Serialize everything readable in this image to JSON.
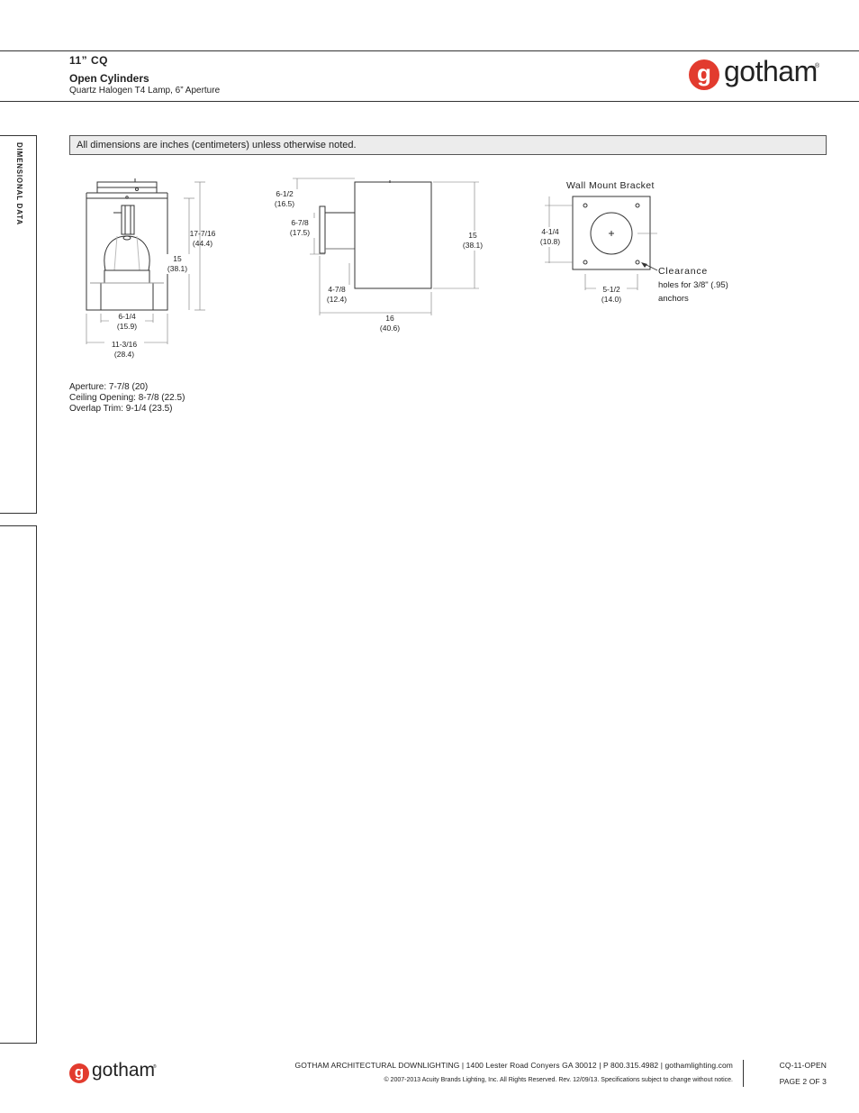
{
  "header": {
    "product": "11” CQ",
    "family": "Open Cylinders",
    "description": "Quartz Halogen T4 Lamp, 6” Aperture",
    "brand": "gotham",
    "brand_letter": "g",
    "registered": "®"
  },
  "sidebar": {
    "section_label": "DIMENSIONAL DATA"
  },
  "note": "All dimensions are inches (centimeters) unless otherwise noted.",
  "front_view": {
    "height_total": "17-7/16",
    "height_total_cm": "(44.4)",
    "height_body": "15",
    "height_body_cm": "(38.1)",
    "aperture_width": "6-1/4",
    "aperture_width_cm": "(15.9)",
    "overall_width": "11-3/16",
    "overall_width_cm": "(28.4)"
  },
  "side_view": {
    "bracket_height": "6-1/2",
    "bracket_height_cm": "(16.5)",
    "box_height": "6-7/8",
    "box_height_cm": "(17.5)",
    "cyl_height": "15",
    "cyl_height_cm": "(38.1)",
    "offset": "4-7/8",
    "offset_cm": "(12.4)",
    "depth": "16",
    "depth_cm": "(40.6)"
  },
  "bracket_view": {
    "title": "Wall Mount Bracket",
    "height": "4-1/4",
    "height_cm": "(10.8)",
    "width": "5-1/2",
    "width_cm": "(14.0)",
    "clearance_title": "Clearance",
    "clearance_line1": "holes for 3/8\" (.95)",
    "clearance_line2": "anchors"
  },
  "specs": {
    "aperture": "Aperture:  7-7/8 (20)",
    "ceiling_opening": "Ceiling Opening:  8-7/8 (22.5)",
    "overlap_trim": "Overlap Trim:  9-1/4 (23.5)"
  },
  "footer": {
    "address": "GOTHAM ARCHITECTURAL DOWNLIGHTING  |  1400 Lester Road Conyers GA 30012  |  P 800.315.4982  |  gothamlighting.com",
    "copyright": "© 2007-2013 Acuity Brands Lighting, Inc. All Rights Reserved. Rev. 12/09/13. Specifications subject to change without notice.",
    "doc_code": "CQ-11-OPEN",
    "page": "PAGE 2 OF 3"
  },
  "colors": {
    "brand_red": "#e23b2e",
    "note_bg": "#ececec"
  }
}
